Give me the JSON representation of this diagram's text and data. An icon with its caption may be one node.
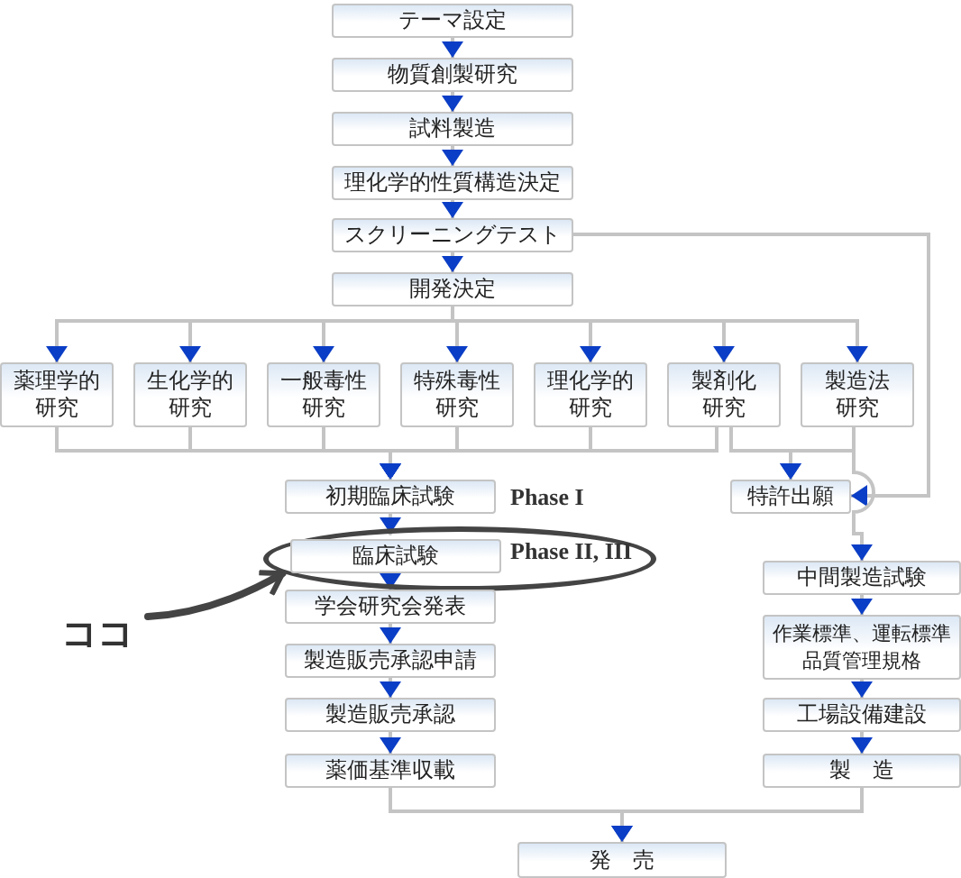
{
  "diagram": {
    "nodes": [
      {
        "text": [
          "テーマ設定"
        ]
      },
      {
        "text": [
          "物質創製研究"
        ]
      },
      {
        "text": [
          "試料製造"
        ]
      },
      {
        "text": [
          "理化学的性質構造決定"
        ]
      },
      {
        "text": [
          "スクリーニングテスト"
        ]
      },
      {
        "text": [
          "開発決定"
        ]
      },
      {
        "text": [
          "薬理学的研究"
        ]
      },
      {
        "text": [
          "生化学的研究"
        ]
      },
      {
        "text": [
          "一般毒性研究"
        ]
      },
      {
        "text": [
          "特殊毒性研究"
        ]
      },
      {
        "text": [
          "理化学的研究"
        ]
      },
      {
        "text": [
          "製剤化研究"
        ]
      },
      {
        "text": [
          "製造法研究"
        ]
      },
      {
        "text": [
          "初期臨床試験"
        ],
        "beside": [
          "Phase I"
        ]
      },
      {
        "text": [],
        "shape": "ellipse"
      },
      {
        "text": [
          "臨床試験"
        ],
        "in": 14,
        "beside": [
          "Phase II, III"
        ]
      },
      {
        "text": [
          "学会研究会発表"
        ]
      },
      {
        "text": [
          "製造販売承認申請"
        ]
      },
      {
        "text": [
          "製造販売承認"
        ]
      },
      {
        "text": [
          "薬価基準収載"
        ]
      },
      {
        "text": [
          "特許出願"
        ]
      },
      {
        "text": [
          "中間製造試験"
        ]
      },
      {
        "text": [
          "作業標準、運転標準品質管理規格"
        ]
      },
      {
        "text": [
          "工場設備建設"
        ]
      },
      {
        "text": [
          "製　造"
        ]
      },
      {
        "text": [
          "発　売"
        ]
      },
      {
        "text": [
          "ココ"
        ]
      }
    ],
    "edges": [
      {
        "from": 0,
        "to": 1,
        "arrow": "to"
      },
      {
        "from": 1,
        "to": 2,
        "arrow": "to"
      },
      {
        "from": 2,
        "to": 3,
        "arrow": "to"
      },
      {
        "from": 3,
        "to": 4,
        "arrow": "to"
      },
      {
        "from": 4,
        "to": 5,
        "arrow": "to"
      },
      {
        "from": 5,
        "to": 6,
        "arrow": "to"
      },
      {
        "from": 5,
        "to": 7,
        "arrow": "to"
      },
      {
        "from": 5,
        "to": 8,
        "arrow": "to"
      },
      {
        "from": 5,
        "to": 9,
        "arrow": "to"
      },
      {
        "from": 5,
        "to": 10,
        "arrow": "to"
      },
      {
        "from": 5,
        "to": 11,
        "arrow": "to"
      },
      {
        "from": 5,
        "to": 12,
        "arrow": "to"
      },
      {
        "from": 6,
        "to": 13,
        "arrow": "to"
      },
      {
        "from": 7,
        "to": 13,
        "arrow": "to"
      },
      {
        "from": 8,
        "to": 13,
        "arrow": "to"
      },
      {
        "from": 9,
        "to": 13,
        "arrow": "to"
      },
      {
        "from": 10,
        "to": 13,
        "arrow": "to"
      },
      {
        "from": 11,
        "to": 13,
        "arrow": "to"
      },
      {
        "from": 11,
        "to": 20,
        "arrow": "to"
      },
      {
        "from": 12,
        "to": 20,
        "arrow": "to"
      },
      {
        "from": 4,
        "to": 20,
        "arrow": "to"
      },
      {
        "from": 12,
        "to": 21,
        "arrow": "to"
      },
      {
        "from": 13,
        "to": 15,
        "arrow": "to"
      },
      {
        "from": 15,
        "to": 16,
        "arrow": "to"
      },
      {
        "from": 16,
        "to": 17,
        "arrow": "to"
      },
      {
        "from": 17,
        "to": 18,
        "arrow": "to"
      },
      {
        "from": 18,
        "to": 19,
        "arrow": "to"
      },
      {
        "from": 21,
        "to": 22,
        "arrow": "to"
      },
      {
        "from": 22,
        "to": 23,
        "arrow": "to"
      },
      {
        "from": 23,
        "to": 24,
        "arrow": "to"
      },
      {
        "from": 19,
        "to": 25,
        "arrow": "to"
      },
      {
        "from": 24,
        "to": 25,
        "arrow": "to"
      },
      {
        "from": 26,
        "to": 14,
        "arrow": "to",
        "style": "thick",
        "color": "#444444"
      }
    ]
  }
}
